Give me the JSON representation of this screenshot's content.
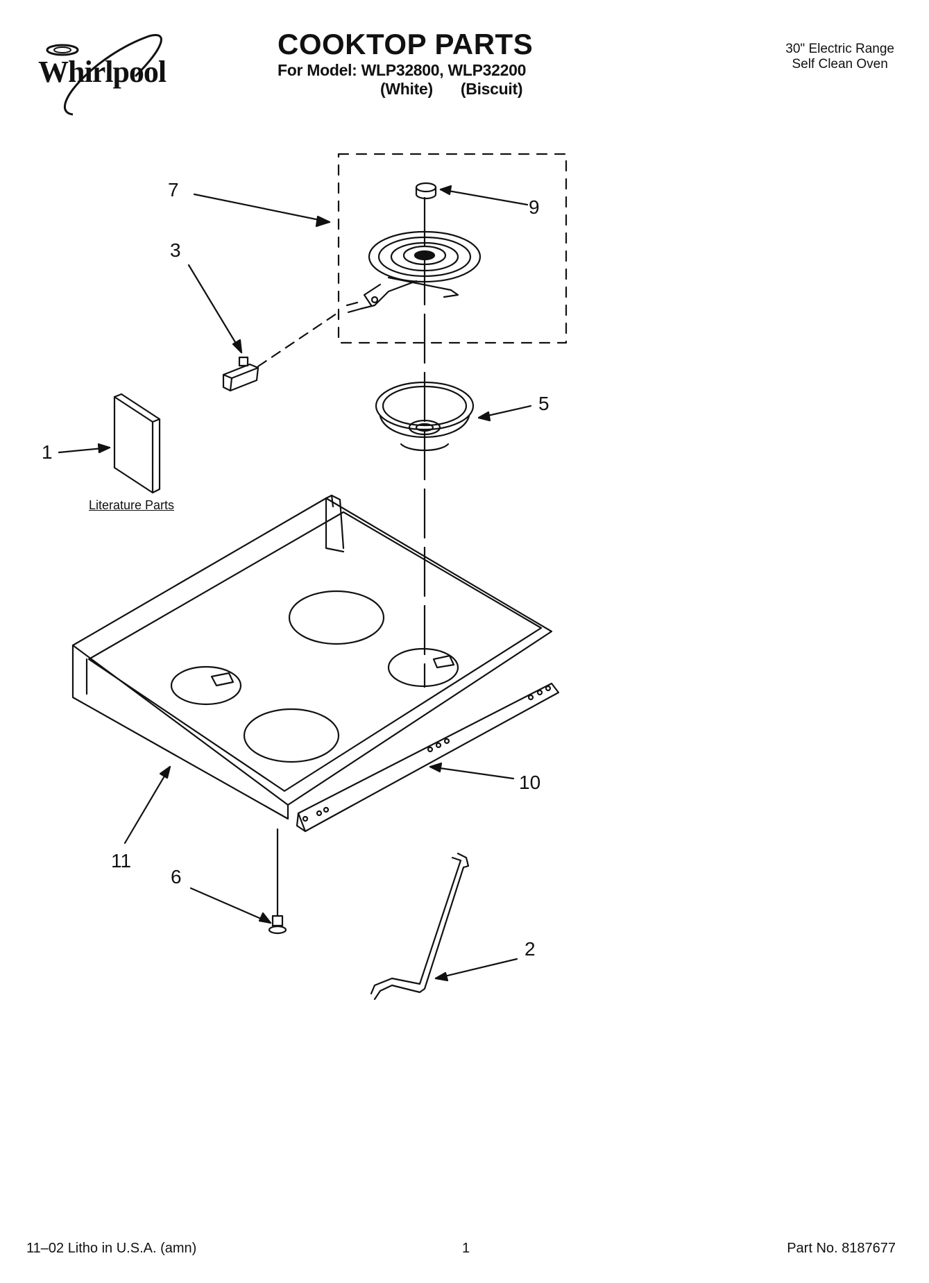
{
  "header": {
    "brand": "Whirlpool",
    "title": "COOKTOP PARTS",
    "model_line": "For Model: WLP32800, WLP32200",
    "variants": [
      "(White)",
      "(Biscuit)"
    ],
    "appliance_type": "30\" Electric Range",
    "appliance_subtype": "Self Clean Oven"
  },
  "callouts": {
    "c1": "1",
    "c2": "2",
    "c3": "3",
    "c5": "5",
    "c6": "6",
    "c7": "7",
    "c9": "9",
    "c10": "10",
    "c11": "11"
  },
  "literature_label": "Literature Parts",
  "footer": {
    "print_info": "11–02 Litho in U.S.A. (amn)",
    "page_number": "1",
    "part_number": "Part No. 8187677"
  }
}
